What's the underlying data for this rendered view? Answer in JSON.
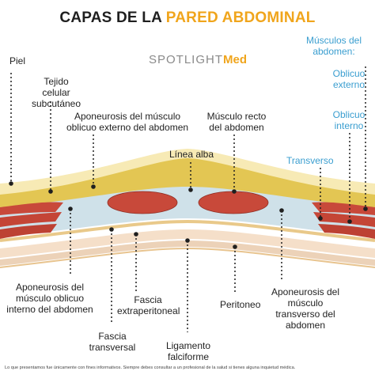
{
  "title": {
    "part1": "CAPAS DE LA ",
    "part2": "PARED ABDOMINAL"
  },
  "logo": {
    "part1": "SPOTLIGHT",
    "part2": "Med"
  },
  "labels": {
    "piel": "Piel",
    "tejido": "Tejido celular subcutáneo",
    "apon_oblicuo_ext": "Aponeurosis del músculo oblicuo externo del abdomen",
    "musculo_recto": "Músculo recto del abdomen",
    "linea_alba": "Línea alba",
    "apon_oblicuo_int": "Aponeurosis del músculo oblicuo interno del abdomen",
    "fascia_extra": "Fascia extraperitoneal",
    "peritoneo": "Peritoneo",
    "apon_transverso": "Aponeurosis del músculo transverso del abdomen",
    "fascia_transversal": "Fascia transversal",
    "ligamento": "Ligamento falciforme"
  },
  "muscles_legend": {
    "heading": "Músculos del abdomen:",
    "oblicuo_externo": "Oblicuo externo",
    "oblicuo_interno": "Oblicuo interno",
    "transverso": "Transverso"
  },
  "footer": "Lo que presentamos fue únicamente con fines informativos. Siempre debes consultar a un profesional de la salud si tienes alguna inquietud médica.",
  "colors": {
    "title_accent": "#f0a51c",
    "skin": "#f5e6a8",
    "fat": "#e4c75a",
    "muscle": "#c8493a",
    "aponeurosis": "#c9dde6",
    "legend_blue": "#3a9ed0"
  }
}
